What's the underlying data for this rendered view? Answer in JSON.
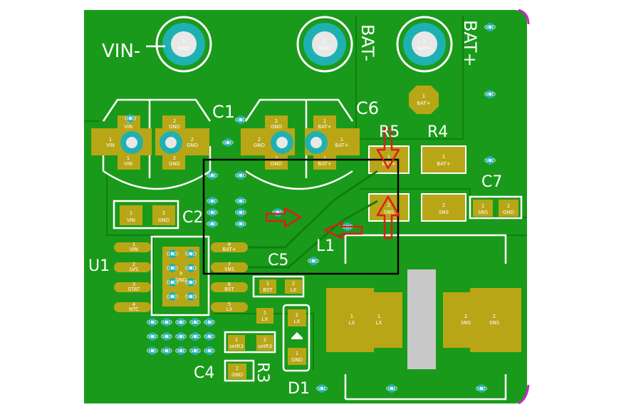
{
  "board": {
    "colors": {
      "background": "#ffffff",
      "copper": "#1a9a1a",
      "copper_dark": "#0f7f0f",
      "pad": "#b8a617",
      "pad_edge": "#8e7f10",
      "via": "#1fb1b1",
      "via_center": "#e8e8e8",
      "silkscreen": "#ffffff",
      "outline": "#000000",
      "arrow": "#e01c1c",
      "inductor_body": "#c8c8c8",
      "board_edge": "#c828c8"
    },
    "designators": {
      "vin_minus": "VIN-",
      "bat_minus": "BAT-",
      "bat_plus": "BAT+",
      "c1": "C1",
      "c6": "C6",
      "r5": "R5",
      "r4": "R4",
      "c7": "C7",
      "c2": "C2",
      "u1": "U1",
      "c5": "C5",
      "l1": "L1",
      "c4": "C4",
      "r3": "R3",
      "d1": "D1"
    },
    "nets": {
      "gnd": "GND",
      "vin": "VIN",
      "batp": "BAT+",
      "sns": "SNS",
      "lvs": "LVS",
      "stat": "STAT",
      "ntc": "NTC",
      "bst": "BST",
      "lx": "LX",
      "setr3": "setR3"
    },
    "pins": [
      "1",
      "2",
      "3",
      "4",
      "5",
      "6",
      "7",
      "8",
      "9"
    ]
  }
}
